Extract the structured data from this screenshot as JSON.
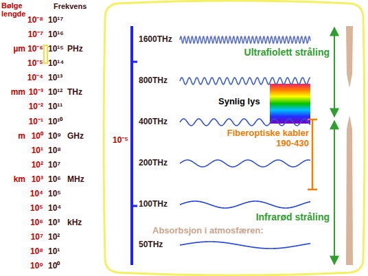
{
  "diagram": {
    "labels": [
      "Bølge lengde",
      "Frekvens",
      "10⁻⁸",
      "10⁻⁷",
      "10⁻⁶",
      "10⁻⁵",
      "10⁻⁴",
      "10⁻³",
      "10⁻²",
      "10⁻¹",
      "10⁰",
      "10¹",
      "10²",
      "10³",
      "10⁴",
      "10⁵",
      "10⁶",
      "10⁷",
      "10⁸",
      "10⁹",
      "10¹⁷",
      "10¹⁶",
      "10¹⁵",
      "10¹⁴",
      "10¹³",
      "10¹²",
      "10¹¹",
      "10¹⁰",
      "10⁹",
      "10⁸",
      "10⁷",
      "10⁶",
      "10⁵",
      "10⁴",
      "10³",
      "10²",
      "10¹",
      "10⁰",
      "µm",
      "mm",
      "m",
      "km",
      "PHz",
      "THz",
      "GHz",
      "MHz",
      "kHz",
      "1600THz",
      "800THz",
      "400THz",
      "200THz",
      "100THz",
      "50THz",
      "10⁻⁵",
      "Ultrafiolett stråling",
      "Synlig lys",
      "Fiberoptiske kabler 190-430",
      "Infrarød stråling",
      "Absorbsjon i atmosfæren:"
    ]
  }
}
